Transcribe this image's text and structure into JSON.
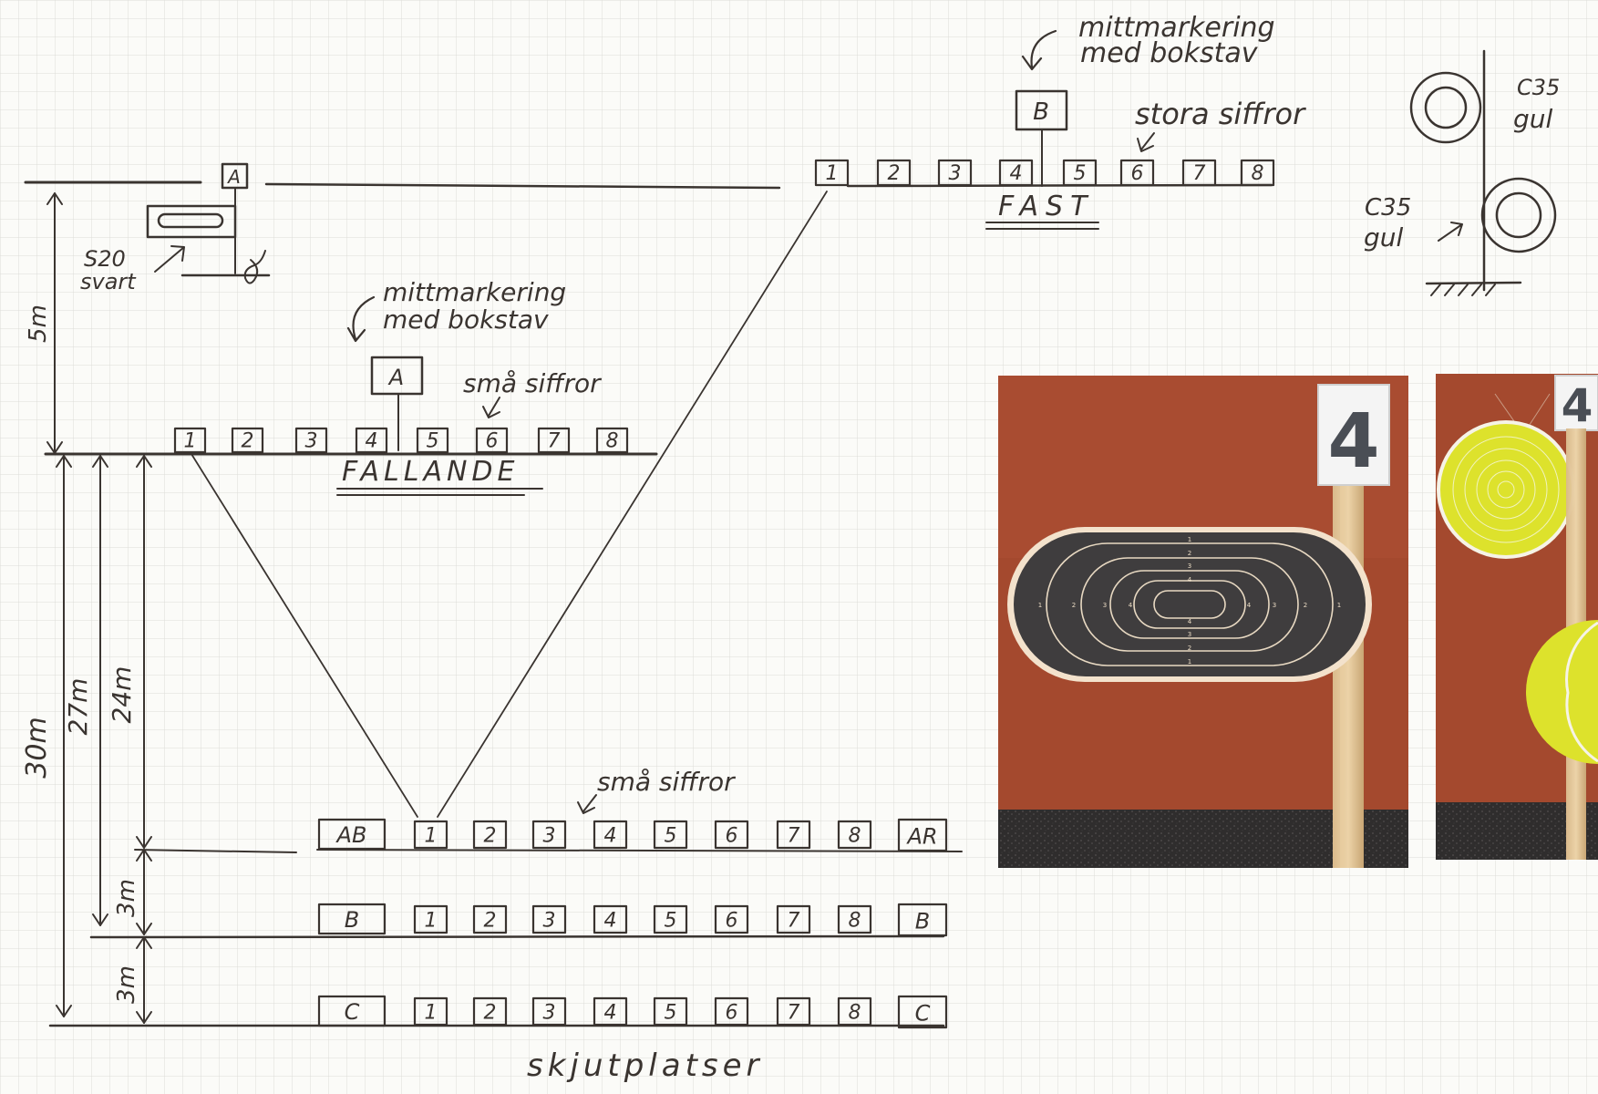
{
  "labels": {
    "target_a": "A",
    "target_b": "B",
    "s20_line1": "S20",
    "s20_line2": "svart",
    "dist_5m": "5m",
    "dist_30m": "30m",
    "dist_27m": "27m",
    "dist_24m": "24m",
    "dist_3m_upper": "3m",
    "dist_3m_lower": "3m",
    "mitt_upper_line1": "mittmarkering",
    "mitt_upper_line2": "med bokstav",
    "stora_siffror": "stora siffror",
    "c35_upper_line1": "C35",
    "c35_upper_line2": "gul",
    "c35_lower_line1": "C35",
    "c35_lower_line2": "gul",
    "fast": "FAST",
    "mitt_lower_line1": "mittmarkering",
    "mitt_lower_line2": "med bokstav",
    "sma_siffror_upper": "små siffror",
    "fallande": "FALLANDE",
    "sma_siffror_lower": "små siffror",
    "skjutplatser": "skjutplatser"
  },
  "fast_numbers": [
    "1",
    "2",
    "3",
    "4",
    "5",
    "6",
    "7",
    "8"
  ],
  "fallande_numbers": [
    "1",
    "2",
    "3",
    "4",
    "5",
    "6",
    "7",
    "8"
  ],
  "firing_rows": [
    {
      "left": "AB",
      "right": "AR",
      "numbers": [
        "1",
        "2",
        "3",
        "4",
        "5",
        "6",
        "7",
        "8"
      ]
    },
    {
      "left": "B",
      "right": "B",
      "numbers": [
        "1",
        "2",
        "3",
        "4",
        "5",
        "6",
        "7",
        "8"
      ]
    },
    {
      "left": "C",
      "right": "C",
      "numbers": [
        "1",
        "2",
        "3",
        "4",
        "5",
        "6",
        "7",
        "8"
      ]
    }
  ],
  "photo1": {
    "number_sign": "4",
    "ring_numbers_top": [
      "1",
      "2",
      "3",
      "4"
    ],
    "ring_numbers_bottom": [
      "4",
      "3",
      "2",
      "1"
    ],
    "ring_numbers_side": [
      "1",
      "2",
      "3",
      "4",
      "4",
      "3",
      "2",
      "1"
    ]
  },
  "photo2": {
    "number_sign": "4"
  },
  "colors": {
    "paper": "#fbfbf8",
    "grid": "#dcdcd8",
    "ink": "#3a3430",
    "wall": "#a4492e",
    "target_black": "#3f3d3e",
    "target_yellow": "#dde22c",
    "ground": "#2e2c2c"
  }
}
